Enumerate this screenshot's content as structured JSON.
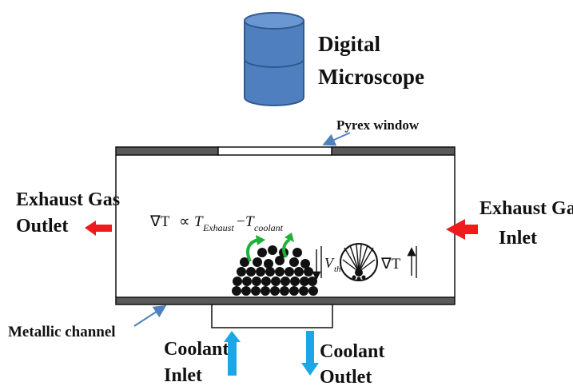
{
  "labels": {
    "microscope_line1": "Digital",
    "microscope_line2": "Microscope",
    "pyrex_window": "Pyrex window",
    "exhaust_outlet_line1": "Exhaust Gas",
    "exhaust_outlet_line2": "Outlet",
    "exhaust_inlet_line1": "Exhaust Gas",
    "exhaust_inlet_line2": "Inlet",
    "metallic_channel": "Metallic channel",
    "coolant_inlet_line1": "Coolant",
    "coolant_inlet_line2": "Inlet",
    "coolant_outlet_line1": "Coolant",
    "coolant_outlet_line2": "Outlet"
  },
  "equation": {
    "grad": "∇T",
    "prop": "∝",
    "t1": "T",
    "t1_sub": "Exhaust",
    "minus": "−",
    "t2": "T",
    "t2_sub": "coolant"
  },
  "thermo": {
    "v": "V",
    "v_sub": "th",
    "grad": "∇T"
  },
  "colors": {
    "microscope_fill": "#4f7fbf",
    "microscope_stroke": "#2f5a8f",
    "wall": "#595959",
    "red_arrow": "#ee1c1c",
    "cyan_arrow": "#1aa7e6",
    "pointer": "#4f81bd",
    "particle": "#111111",
    "green_arrow": "#1fb03a"
  }
}
